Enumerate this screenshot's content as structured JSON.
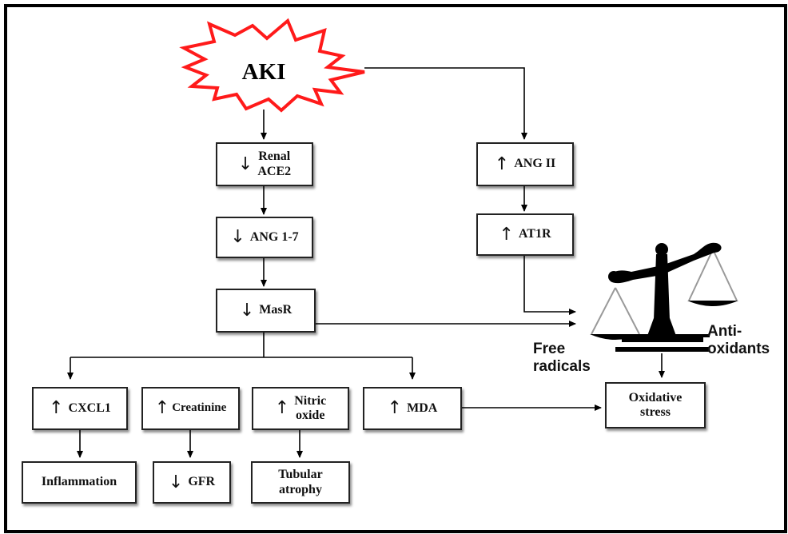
{
  "aki": "AKI",
  "renal_ace2": {
    "arrow": "↓",
    "text": "Renal\nACE2"
  },
  "ang17": {
    "arrow": "↓",
    "text": "ANG 1-7"
  },
  "masr": {
    "arrow": "↓",
    "text": "MasR"
  },
  "ang2": {
    "arrow": "↑",
    "text": "ANG II"
  },
  "at1r": {
    "arrow": "↑",
    "text": "AT1R"
  },
  "cxcl1": {
    "arrow": "↑",
    "text": "CXCL1"
  },
  "creatinine": {
    "arrow": "↑",
    "text": "Creatinine"
  },
  "nitric_oxide": {
    "arrow": "↑",
    "text": "Nitric\noxide"
  },
  "mda": {
    "arrow": "↑",
    "text": "MDA"
  },
  "inflammation": {
    "text": "Inflammation"
  },
  "gfr": {
    "arrow": "↓",
    "text": "GFR"
  },
  "tubular_atrophy": {
    "text": "Tubular\natrophy"
  },
  "oxidative_stress": {
    "text": "Oxidative\nstress"
  },
  "free_radicals": "Free\nradicals",
  "anti_oxidants": "Anti-\noxidants",
  "colors": {
    "burst_outline": "#ff1a1a",
    "line": "#000000"
  }
}
